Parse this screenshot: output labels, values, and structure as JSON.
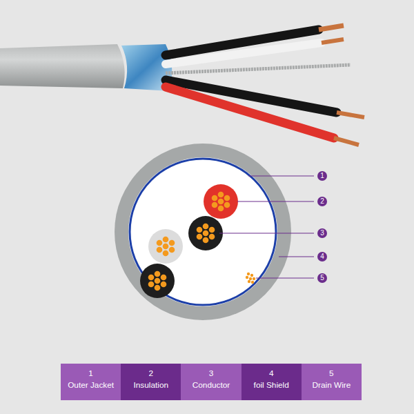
{
  "diagram": {
    "nodes": [
      {
        "text": [
          "1"
        ]
      },
      {
        "text": [
          "2"
        ]
      },
      {
        "text": [
          "3"
        ]
      },
      {
        "text": [
          "4"
        ]
      },
      {
        "text": [
          "5"
        ]
      },
      {
        "text": [
          "1",
          "Outer Jacket"
        ]
      },
      {
        "text": [
          "2",
          "Insulation"
        ]
      },
      {
        "text": [
          "3",
          "Conductor"
        ]
      },
      {
        "text": [
          "4",
          "foil Shield"
        ]
      },
      {
        "text": [
          "5",
          "Drain Wire"
        ]
      }
    ]
  }
}
